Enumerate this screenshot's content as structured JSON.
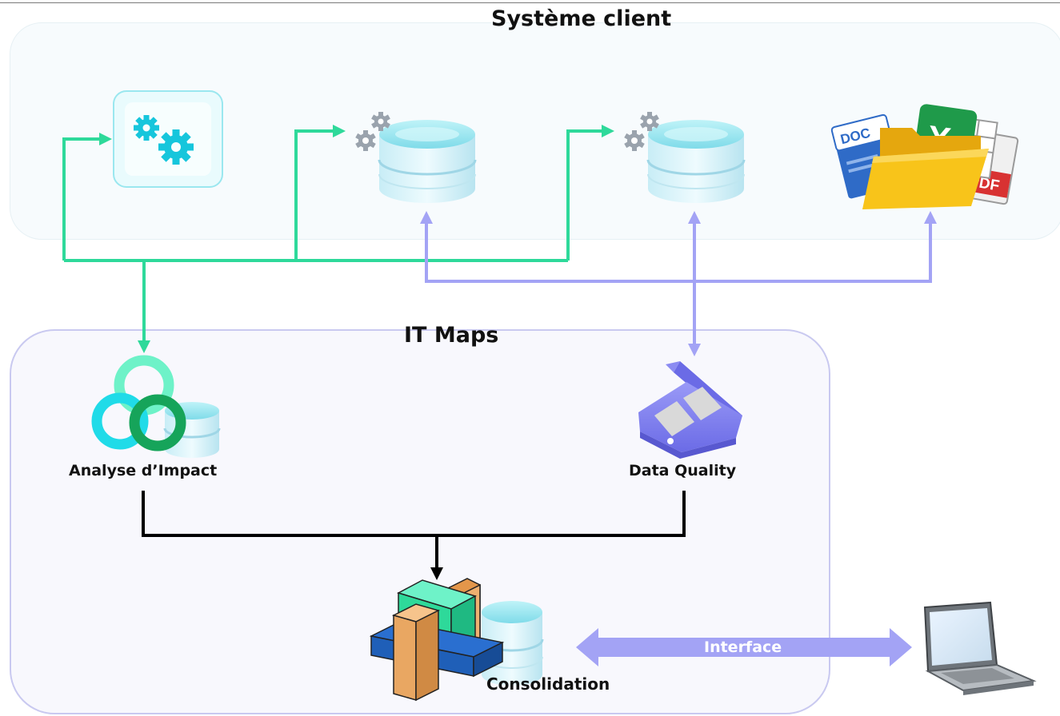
{
  "diagram": {
    "client_system_title": "Système client",
    "it_maps_title": "IT Maps",
    "nodes": {
      "impact_analysis": "Analyse d’Impact",
      "data_quality": "Data Quality",
      "consolidation": "Consolidation"
    },
    "interface_label": "Interface",
    "document_icon_texts": {
      "doc": "DOC",
      "pdf": "PDF",
      "xls": "X"
    }
  },
  "colors": {
    "green_link": "#2ed99a",
    "violet_link": "#a3a3f5",
    "black_link": "#000000",
    "teal": "#1ecfe0",
    "dark_green": "#16a45a",
    "violet_device": "#7d7df0",
    "folder_yellow": "#f8c41a",
    "excel_green": "#1f9a4a",
    "pdf_red": "#d83232",
    "doc_blue": "#2f6bc7"
  },
  "icons": [
    "gears-icon",
    "database-icon",
    "documents-icon",
    "rings-icon",
    "scanner-icon",
    "puzzle-cube-icon",
    "laptop-icon"
  ]
}
